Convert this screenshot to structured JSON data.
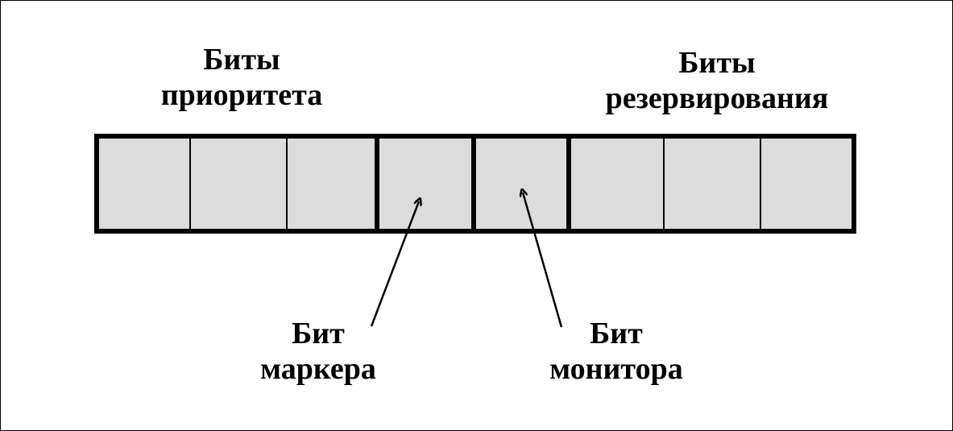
{
  "labels": {
    "priority": {
      "line1": "Биты",
      "line2": "приоритета"
    },
    "reservation": {
      "line1": "Биты",
      "line2": "резервирования"
    },
    "marker": {
      "line1": "Бит",
      "line2": "маркера"
    },
    "monitor": {
      "line1": "Бит",
      "line2": "монитора"
    }
  },
  "register": {
    "cell_count": 8,
    "fill_color": "#dcdcdc",
    "stroke_color": "#000000",
    "groups": [
      {
        "name": "priority-bits",
        "cells": 3
      },
      {
        "name": "marker-bit",
        "cells": 1
      },
      {
        "name": "monitor-bit",
        "cells": 1
      },
      {
        "name": "reservation-bits",
        "cells": 3
      }
    ]
  }
}
